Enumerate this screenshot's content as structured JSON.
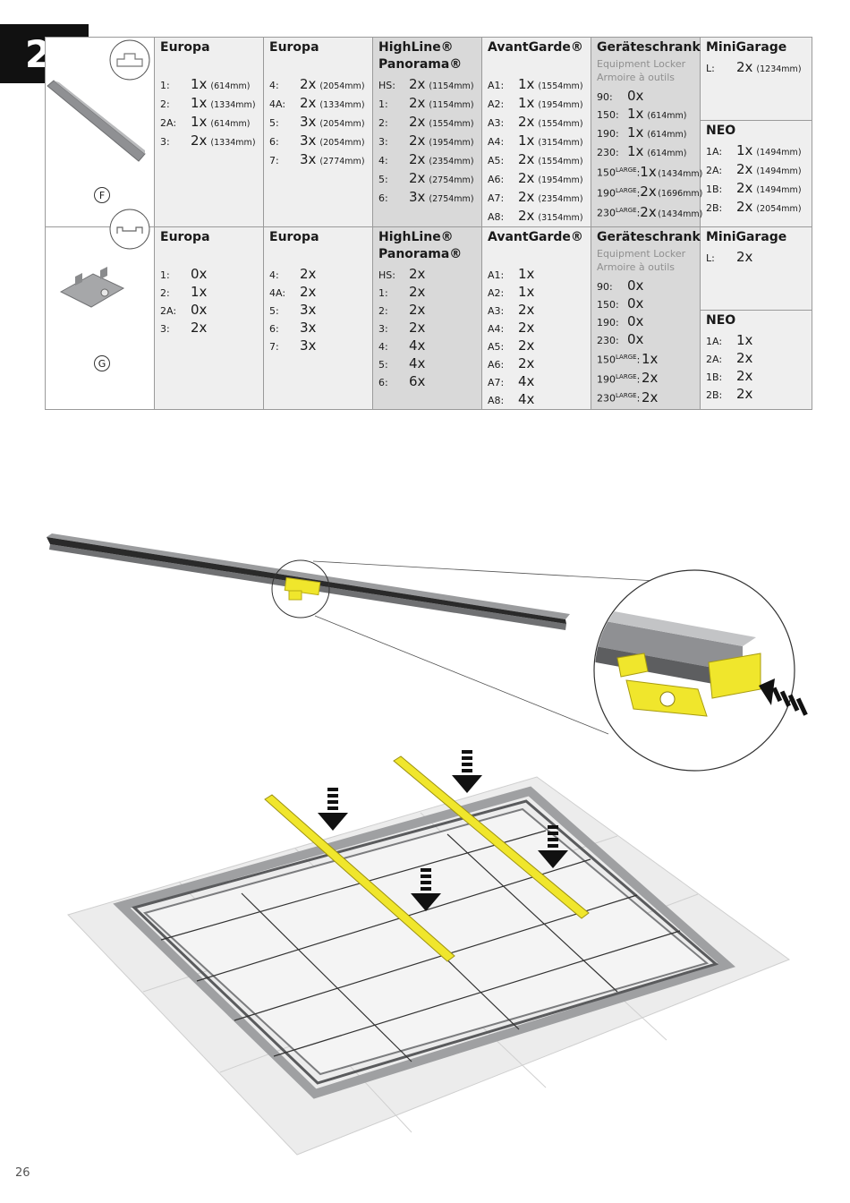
{
  "step": {
    "label": "2."
  },
  "page_number": "26",
  "parts": [
    {
      "id": "F",
      "columns": [
        {
          "brand": "Europa",
          "rows": [
            {
              "label": "1:",
              "qty": "1x",
              "mm": "(614mm)"
            },
            {
              "label": "2:",
              "qty": "1x",
              "mm": "(1334mm)"
            },
            {
              "label": "2A:",
              "qty": "1x",
              "mm": "(614mm)"
            },
            {
              "label": "3:",
              "qty": "2x",
              "mm": "(1334mm)"
            }
          ]
        },
        {
          "brand": "Europa",
          "rows": [
            {
              "label": "4:",
              "qty": "2x",
              "mm": "(2054mm)"
            },
            {
              "label": "4A:",
              "qty": "2x",
              "mm": "(1334mm)"
            },
            {
              "label": "5:",
              "qty": "3x",
              "mm": "(2054mm)"
            },
            {
              "label": "6:",
              "qty": "3x",
              "mm": "(2054mm)"
            },
            {
              "label": "7:",
              "qty": "3x",
              "mm": "(2774mm)"
            }
          ]
        },
        {
          "brand": "HighLine®",
          "brand2": "Panorama®",
          "rows": [
            {
              "label": "HS:",
              "qty": "2x",
              "mm": "(1154mm)"
            },
            {
              "label": "1:",
              "qty": "2x",
              "mm": "(1154mm)"
            },
            {
              "label": "2:",
              "qty": "2x",
              "mm": "(1554mm)"
            },
            {
              "label": "3:",
              "qty": "2x",
              "mm": "(1954mm)"
            },
            {
              "label": "4:",
              "qty": "2x",
              "mm": "(2354mm)"
            },
            {
              "label": "5:",
              "qty": "2x",
              "mm": "(2754mm)"
            },
            {
              "label": "6:",
              "qty": "3x",
              "mm": "(2754mm)"
            }
          ]
        },
        {
          "brand": "AvantGarde®",
          "rows": [
            {
              "label": "A1:",
              "qty": "1x",
              "mm": "(1554mm)"
            },
            {
              "label": "A2:",
              "qty": "1x",
              "mm": "(1954mm)"
            },
            {
              "label": "A3:",
              "qty": "2x",
              "mm": "(1554mm)"
            },
            {
              "label": "A4:",
              "qty": "1x",
              "mm": "(3154mm)"
            },
            {
              "label": "A5:",
              "qty": "2x",
              "mm": "(1554mm)"
            },
            {
              "label": "A6:",
              "qty": "2x",
              "mm": "(1954mm)"
            },
            {
              "label": "A7:",
              "qty": "2x",
              "mm": "(2354mm)"
            },
            {
              "label": "A8:",
              "qty": "2x",
              "mm": "(3154mm)"
            }
          ]
        },
        {
          "brand": "Geräteschrank",
          "sub1": "Equipment Locker",
          "sub2": "Armoire à outils",
          "rows": [
            {
              "label": "90:",
              "qty": "0x",
              "mm": ""
            },
            {
              "label": "150:",
              "qty": "1x",
              "mm": "(614mm)"
            },
            {
              "label": "190:",
              "qty": "1x",
              "mm": "(614mm)"
            },
            {
              "label": "230:",
              "qty": "1x",
              "mm": "(614mm)"
            },
            {
              "label": "150",
              "sup": "LARGE",
              "colon": ":",
              "qty": "1x",
              "mm": "(1434mm)"
            },
            {
              "label": "190",
              "sup": "LARGE",
              "colon": ":",
              "qty": "2x",
              "mm": "(1696mm)"
            },
            {
              "label": "230",
              "sup": "LARGE",
              "colon": ":",
              "qty": "2x",
              "mm": "(1434mm)"
            }
          ]
        },
        {
          "brand": "MiniGarage",
          "rows": [
            {
              "label": "L:",
              "qty": "2x",
              "mm": "(1234mm)"
            }
          ],
          "brand_b": "NEO",
          "rows_b": [
            {
              "label": "1A:",
              "qty": "1x",
              "mm": "(1494mm)"
            },
            {
              "label": "2A:",
              "qty": "2x",
              "mm": "(1494mm)"
            },
            {
              "label": "1B:",
              "qty": "2x",
              "mm": "(1494mm)"
            },
            {
              "label": "2B:",
              "qty": "2x",
              "mm": "(2054mm)"
            }
          ]
        }
      ]
    },
    {
      "id": "G",
      "columns": [
        {
          "brand": "Europa",
          "rows": [
            {
              "label": "1:",
              "qty": "0x"
            },
            {
              "label": "2:",
              "qty": "1x"
            },
            {
              "label": "2A:",
              "qty": "0x"
            },
            {
              "label": "3:",
              "qty": "2x"
            }
          ]
        },
        {
          "brand": "Europa",
          "rows": [
            {
              "label": "4:",
              "qty": "2x"
            },
            {
              "label": "4A:",
              "qty": "2x"
            },
            {
              "label": "5:",
              "qty": "3x"
            },
            {
              "label": "6:",
              "qty": "3x"
            },
            {
              "label": "7:",
              "qty": "3x"
            }
          ]
        },
        {
          "brand": "HighLine®",
          "brand2": "Panorama®",
          "rows": [
            {
              "label": "HS:",
              "qty": "2x"
            },
            {
              "label": "1:",
              "qty": "2x"
            },
            {
              "label": "2:",
              "qty": "2x"
            },
            {
              "label": "3:",
              "qty": "2x"
            },
            {
              "label": "4:",
              "qty": "4x"
            },
            {
              "label": "5:",
              "qty": "4x"
            },
            {
              "label": "6:",
              "qty": "6x"
            }
          ]
        },
        {
          "brand": "AvantGarde®",
          "rows": [
            {
              "label": "A1:",
              "qty": "1x"
            },
            {
              "label": "A2:",
              "qty": "1x"
            },
            {
              "label": "A3:",
              "qty": "2x"
            },
            {
              "label": "A4:",
              "qty": "2x"
            },
            {
              "label": "A5:",
              "qty": "2x"
            },
            {
              "label": "A6:",
              "qty": "2x"
            },
            {
              "label": "A7:",
              "qty": "4x"
            },
            {
              "label": "A8:",
              "qty": "4x"
            }
          ]
        },
        {
          "brand": "Geräteschrank",
          "sub1": "Equipment Locker",
          "sub2": "Armoire à outils",
          "rows": [
            {
              "label": "90:",
              "qty": "0x"
            },
            {
              "label": "150:",
              "qty": "0x"
            },
            {
              "label": "190:",
              "qty": "0x"
            },
            {
              "label": "230:",
              "qty": "0x"
            },
            {
              "label": "150",
              "sup": "LARGE",
              "colon": ":",
              "qty": "1x"
            },
            {
              "label": "190",
              "sup": "LARGE",
              "colon": ":",
              "qty": "2x"
            },
            {
              "label": "230",
              "sup": "LARGE",
              "colon": ":",
              "qty": "2x"
            }
          ]
        },
        {
          "brand": "MiniGarage",
          "rows": [
            {
              "label": "L:",
              "qty": "2x"
            }
          ],
          "brand_b": "NEO",
          "rows_b": [
            {
              "label": "1A:",
              "qty": "1x"
            },
            {
              "label": "2A:",
              "qty": "2x"
            },
            {
              "label": "1B:",
              "qty": "2x"
            },
            {
              "label": "2B:",
              "qty": "2x"
            }
          ]
        }
      ]
    }
  ],
  "colors": {
    "highlight": "#f0e62c",
    "rail": "#8f9093",
    "gray_col": "#d9d9d9"
  }
}
